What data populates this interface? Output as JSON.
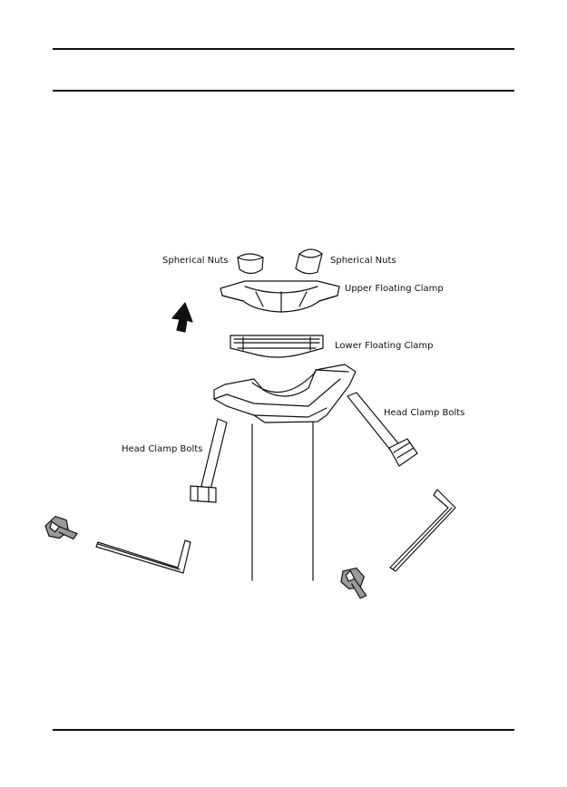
{
  "diagram": {
    "labels": {
      "spherical_nuts_left": "Spherical Nuts",
      "spherical_nuts_right": "Spherical Nuts",
      "upper_floating_clamp": "Upper Floating Clamp",
      "lower_floating_clamp": "Lower Floating Clamp",
      "head_clamp_bolts_right": "Head Clamp Bolts",
      "head_clamp_bolts_left": "Head Clamp Bolts"
    },
    "icons": [
      "arrow-up-icon",
      "wrench-icon",
      "hex-key-icon"
    ]
  },
  "colors": {
    "line": "#111111",
    "tool_fill": "#9a9a9a"
  }
}
